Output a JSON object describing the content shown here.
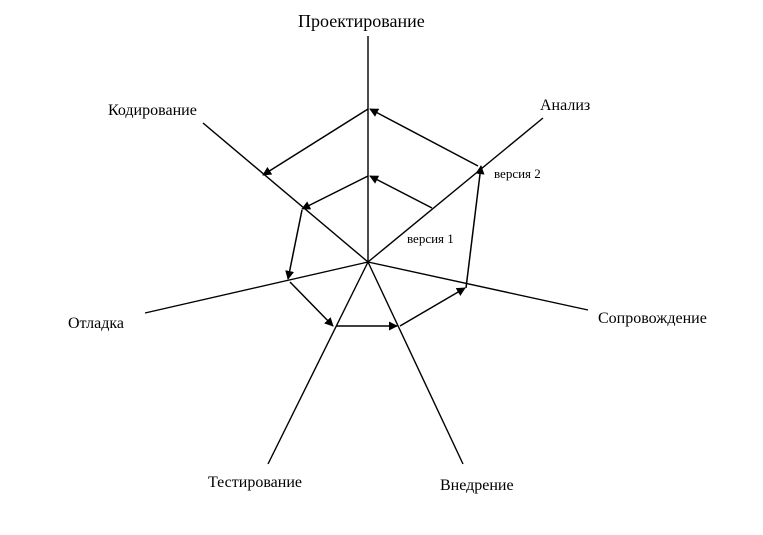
{
  "axes": {
    "design": "Проектирование",
    "analysis": "Анализ",
    "coding": "Кодирование",
    "maintenance": "Сопровождение",
    "debugging": "Отладка",
    "testing": "Тестирование",
    "deployment": "Внедрение"
  },
  "versions": {
    "v1": "версия 1",
    "v2": "версия 2"
  }
}
